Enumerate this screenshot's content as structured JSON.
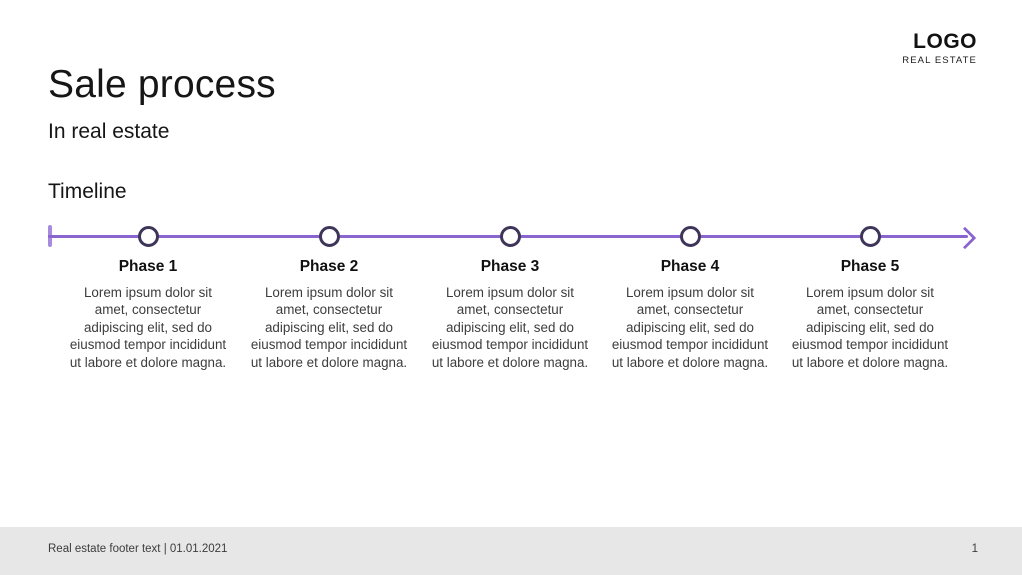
{
  "logo": {
    "name": "LOGO",
    "tagline": "REAL ESTATE"
  },
  "header": {
    "title": "Sale process",
    "subtitle": "In real estate"
  },
  "section": {
    "heading": "Timeline"
  },
  "timeline": {
    "phases": [
      {
        "label": "Phase 1",
        "description": "Lorem ipsum dolor sit\namet, consectetur\nadipiscing elit, sed do\neiusmod tempor incididunt\nut labore et dolore magna."
      },
      {
        "label": "Phase 2",
        "description": "Lorem ipsum dolor sit\namet, consectetur\nadipiscing elit, sed do\neiusmod tempor incididunt\nut labore et dolore magna."
      },
      {
        "label": "Phase 3",
        "description": "Lorem ipsum dolor sit\namet, consectetur\nadipiscing elit, sed do\neiusmod tempor incididunt\nut labore et dolore magna."
      },
      {
        "label": "Phase 4",
        "description": "Lorem ipsum dolor sit\namet, consectetur\nadipiscing elit, sed do\neiusmod tempor incididunt\nut labore et dolore magna."
      },
      {
        "label": "Phase 5",
        "description": "Lorem ipsum dolor sit\namet, consectetur\nadipiscing elit, sed do\neiusmod tempor incididunt\nut labore et dolore magna."
      }
    ]
  },
  "colors": {
    "timeline_line": "#8a64cf",
    "timeline_tick": "#a78bdc",
    "node_border": "#3f3559",
    "footer_bg": "#e8e7e7"
  },
  "footer": {
    "text": "Real estate footer text | 01.01.2021",
    "page_number": "1"
  }
}
